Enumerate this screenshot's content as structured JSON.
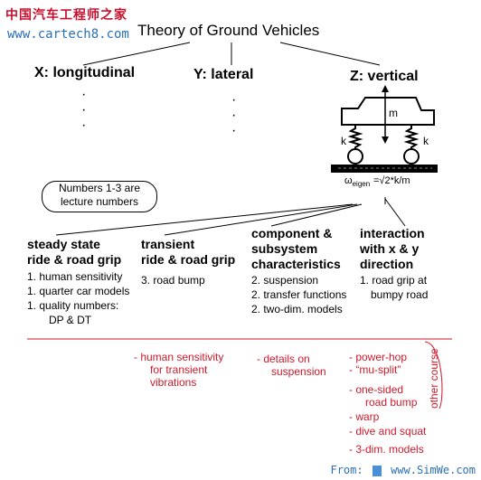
{
  "watermark": {
    "chinese": "中国汽车工程师之家",
    "url": "www.cartech8.com"
  },
  "title": "Theory of Ground Vehicles",
  "axes": {
    "x": "X: longitudinal",
    "y": "Y: lateral",
    "z": "Z: vertical"
  },
  "vehicle": {
    "mass_label": "m",
    "spring_left": "k",
    "spring_right": "k",
    "omega_symbol": "ω",
    "omega_sub": "eigen",
    "formula": "=√2*k/m"
  },
  "note": {
    "line1": "Numbers 1-3 are",
    "line2": "lecture numbers"
  },
  "columns": [
    {
      "head": [
        "steady state",
        "ride & road grip"
      ],
      "items": [
        "1. human sensitivity",
        "1. quarter car models",
        "1. quality numbers:"
      ],
      "extra": "DP & DT"
    },
    {
      "head": [
        "transient",
        "ride & road grip"
      ],
      "items": [
        "3. road bump"
      ]
    },
    {
      "head": [
        "component &",
        "subsystem",
        "characteristics"
      ],
      "items": [
        "2. suspension",
        "2. transfer functions",
        "2. two-dim. models"
      ]
    },
    {
      "head": [
        "interaction",
        "with x & y",
        "direction"
      ],
      "items": [
        "1. road grip at",
        "bumpy road"
      ]
    }
  ],
  "other_course": {
    "label": "other course",
    "groups": [
      [
        "- human sensitivity",
        "for transient",
        "vibrations"
      ],
      [
        "- details on",
        "suspension"
      ],
      [
        "- power-hop",
        "- “mu-split”",
        "",
        "- one-sided",
        "road bump",
        "- warp",
        "- dive and squat",
        "",
        "- 3-dim. models"
      ]
    ]
  },
  "footer": {
    "prefix": "From:",
    "site": "www.SimWe.com"
  },
  "colors": {
    "red": "#d0182a",
    "watermark_red": "#c8102e",
    "watermark_blue": "#2a6fb5"
  }
}
